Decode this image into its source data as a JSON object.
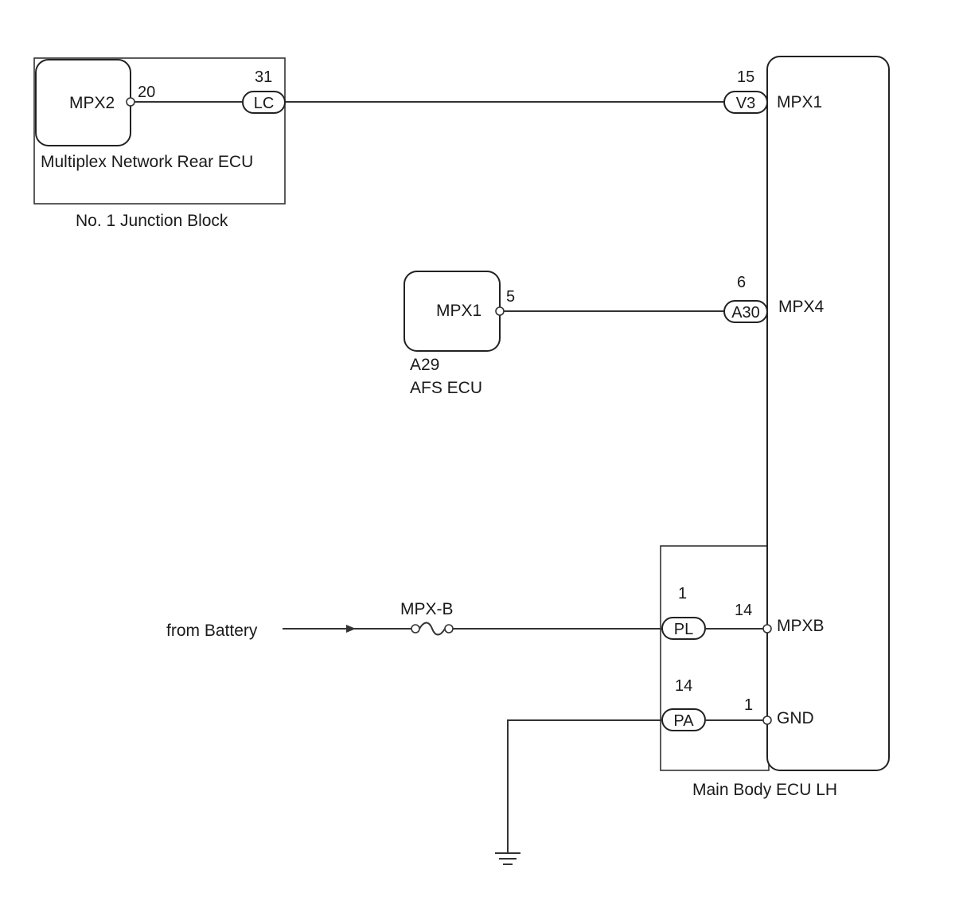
{
  "ecus": {
    "rear_ecu": {
      "terminal": "MPX2",
      "name": "Multiplex Network Rear ECU"
    },
    "junction_block": {
      "name": "No. 1 Junction Block"
    },
    "afs_ecu": {
      "terminal": "MPX1",
      "code": "A29",
      "name": "AFS ECU"
    },
    "main_body_ecu": {
      "name": "Main Body ECU LH"
    }
  },
  "pins": {
    "rear_mpx2": "20",
    "lc": "31",
    "v3": "15",
    "afs_mpx1": "5",
    "a30": "6",
    "pl_in": "1",
    "pl_out": "14",
    "pa_in": "14",
    "pa_out": "1"
  },
  "connectors": {
    "lc": "LC",
    "v3": "V3",
    "a30": "A30",
    "pl": "PL",
    "pa": "PA"
  },
  "main_terminals": {
    "mpx1": "MPX1",
    "mpx4": "MPX4",
    "mpxb": "MPXB",
    "gnd": "GND"
  },
  "source": {
    "label": "from Battery"
  },
  "fuse": {
    "label": "MPX-B"
  }
}
